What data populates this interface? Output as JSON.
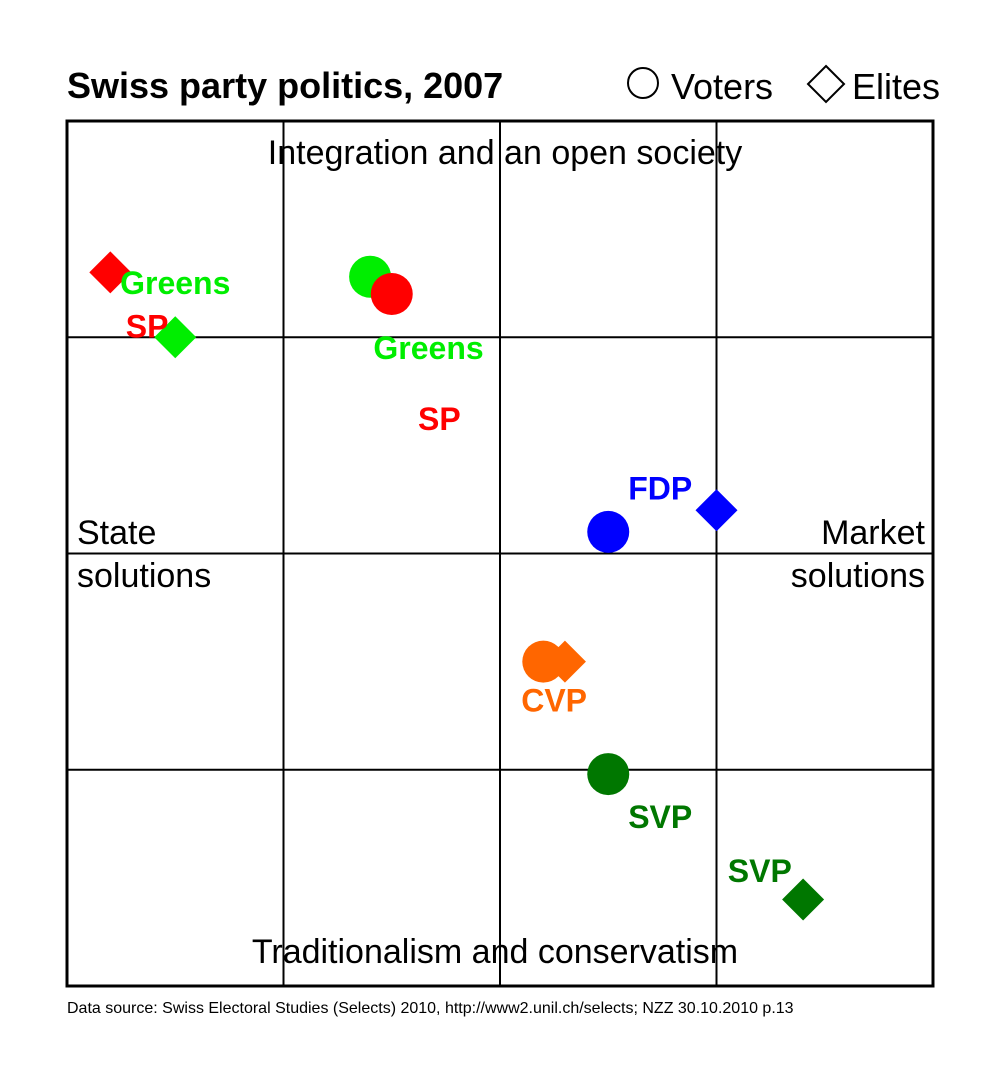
{
  "chart_data": {
    "type": "scatter",
    "title": "Swiss party politics, 2007",
    "legend": [
      {
        "marker": "circle",
        "label": "Voters"
      },
      {
        "marker": "diamond",
        "label": "Elites"
      }
    ],
    "legend_position": "top-right",
    "axes": {
      "top": "Integration and an open society",
      "bottom": "Traditionalism and conservatism",
      "left": [
        "State",
        "solutions"
      ],
      "right": [
        "Market",
        "solutions"
      ]
    },
    "xlim": [
      0,
      4
    ],
    "ylim": [
      0,
      4
    ],
    "grid": true,
    "series": [
      {
        "name": "Voters",
        "marker": "circle",
        "points": [
          {
            "party": "Greens",
            "x": 1.4,
            "y": 3.28,
            "color": "#00ee00"
          },
          {
            "party": "SP",
            "x": 1.5,
            "y": 3.2,
            "color": "#ff0000"
          },
          {
            "party": "FDP",
            "x": 2.5,
            "y": 2.1,
            "color": "#0000ff"
          },
          {
            "party": "CVP",
            "x": 2.2,
            "y": 1.5,
            "color": "#ff6600"
          },
          {
            "party": "SVP",
            "x": 2.5,
            "y": 0.98,
            "color": "#007700"
          }
        ]
      },
      {
        "name": "Elites",
        "marker": "diamond",
        "points": [
          {
            "party": "Greens",
            "x": 0.5,
            "y": 3.0,
            "color": "#00ee00"
          },
          {
            "party": "SP",
            "x": 0.2,
            "y": 3.3,
            "color": "#ff0000"
          },
          {
            "party": "FDP",
            "x": 3.0,
            "y": 2.2,
            "color": "#0000ff"
          },
          {
            "party": "CVP",
            "x": 2.3,
            "y": 1.5,
            "color": "#ff6600"
          },
          {
            "party": "SVP",
            "x": 3.4,
            "y": 0.4,
            "color": "#007700"
          }
        ]
      }
    ],
    "labels": [
      {
        "text": "Greens",
        "x": 0.5,
        "y": 3.2,
        "color": "#00ee00"
      },
      {
        "text": "SP",
        "x": 0.37,
        "y": 3.0,
        "color": "#ff0000"
      },
      {
        "text": "Greens",
        "x": 1.67,
        "y": 2.9,
        "color": "#00ee00"
      },
      {
        "text": "SP",
        "x": 1.72,
        "y": 2.57,
        "color": "#ff0000"
      },
      {
        "text": "FDP",
        "x": 2.74,
        "y": 2.25,
        "color": "#0000ff"
      },
      {
        "text": "CVP",
        "x": 2.25,
        "y": 1.27,
        "color": "#ff6600"
      },
      {
        "text": "SVP",
        "x": 2.74,
        "y": 0.73,
        "color": "#007700"
      },
      {
        "text": "SVP",
        "x": 3.2,
        "y": 0.48,
        "color": "#007700"
      }
    ],
    "source": "Data source: Swiss Electoral Studies (Selects) 2010, http://www2.unil.ch/selects; NZZ 30.10.2010 p.13"
  }
}
